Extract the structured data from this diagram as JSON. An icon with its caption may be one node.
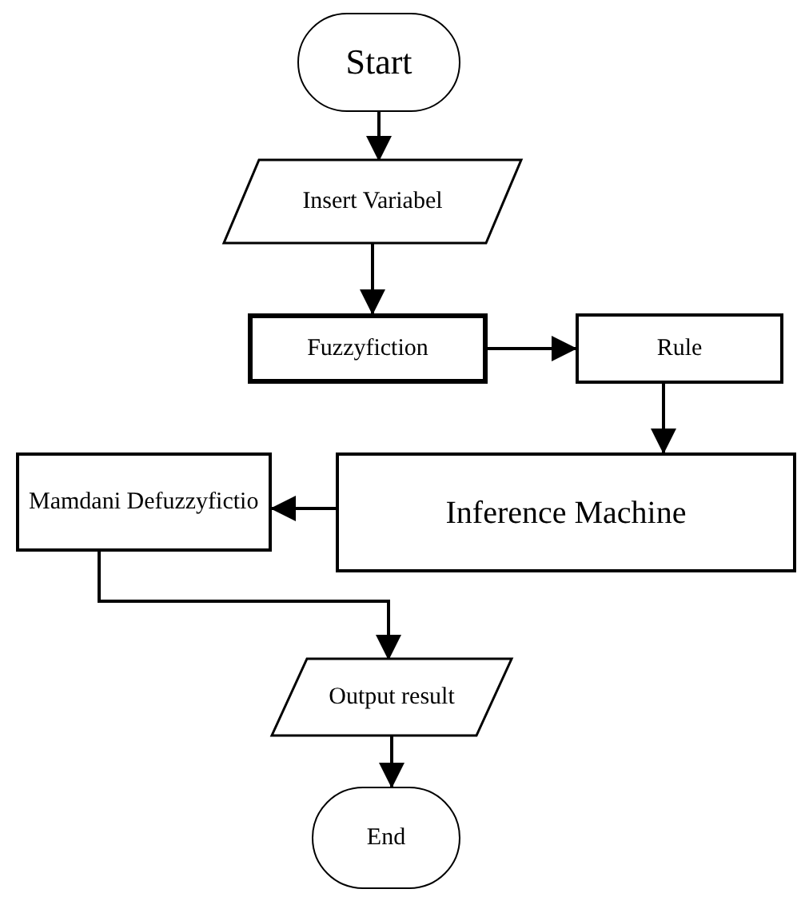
{
  "diagram": {
    "nodes": [
      {
        "text": [
          "Start"
        ]
      },
      {
        "text": [
          "Insert Variabel"
        ]
      },
      {
        "text": [
          "Fuzzyfiction"
        ]
      },
      {
        "text": [
          "Rule"
        ]
      },
      {
        "text": [
          "Inference Machine"
        ]
      },
      {
        "text": [
          "Mamdani Defuzzyfictio"
        ]
      },
      {
        "text": [
          "Output result"
        ]
      },
      {
        "text": [
          "End"
        ]
      }
    ],
    "edges": [
      {
        "from": 0,
        "to": 1,
        "arrow": "to"
      },
      {
        "from": 1,
        "to": 2,
        "arrow": "to"
      },
      {
        "from": 2,
        "to": 3,
        "arrow": "to"
      },
      {
        "from": 3,
        "to": 4,
        "arrow": "to"
      },
      {
        "from": 4,
        "to": 5,
        "arrow": "to"
      },
      {
        "from": 5,
        "to": 6,
        "arrow": "to"
      },
      {
        "from": 6,
        "to": 7,
        "arrow": "to"
      }
    ]
  }
}
